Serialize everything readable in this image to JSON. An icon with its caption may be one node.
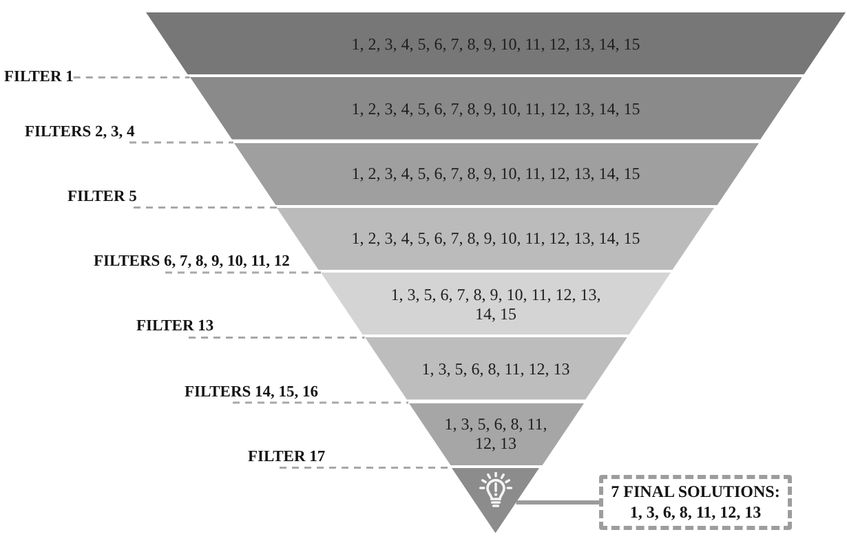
{
  "diagram": {
    "nodes": [
      {
        "text": [
          "1, 2, 3, 4, 5, 6, 7, 8, 9, 10, 11, 12, 13, 14, 15"
        ]
      },
      {
        "text": [
          "1, 2, 3, 4, 5, 6, 7, 8, 9, 10, 11, 12, 13, 14, 15"
        ]
      },
      {
        "text": [
          "1, 2, 3, 4, 5, 6, 7, 8, 9, 10, 11, 12, 13, 14, 15"
        ]
      },
      {
        "text": [
          "1, 2, 3, 4, 5, 6, 7, 8, 9, 10, 11, 12, 13, 14, 15"
        ]
      },
      {
        "text": [
          "1, 3, 5, 6, 7, 8, 9, 10, 11, 12, 13, 14, 15"
        ]
      },
      {
        "text": [
          "1, 3, 5, 6, 8, 11, 12, 13"
        ]
      },
      {
        "text": [
          "1, 3, 5, 6, 8, 11, 12, 13"
        ]
      },
      {
        "text": [],
        "shape": "triangle"
      },
      {
        "text": [
          "7 FINAL SOLUTIONS:",
          "1, 3, 6, 8, 11, 12, 13"
        ]
      },
      {
        "text": [
          "FILTER 1"
        ]
      },
      {
        "text": [
          "FILTERS 2, 3, 4"
        ]
      },
      {
        "text": [
          "FILTER 5"
        ]
      },
      {
        "text": [
          "FILTERS 6, 7, 8, 9, 10, 11, 12"
        ]
      },
      {
        "text": [
          "FILTER 13"
        ]
      },
      {
        "text": [
          "FILTERS 14, 15, 16"
        ]
      },
      {
        "text": [
          "FILTER 17"
        ]
      }
    ],
    "edges": [
      {
        "from": 9,
        "to": 1,
        "arrow": "none",
        "style": "dashed"
      },
      {
        "from": 10,
        "to": 2,
        "arrow": "none",
        "style": "dashed"
      },
      {
        "from": 11,
        "to": 3,
        "arrow": "none",
        "style": "dashed"
      },
      {
        "from": 12,
        "to": 4,
        "arrow": "none",
        "style": "dashed"
      },
      {
        "from": 13,
        "to": 5,
        "arrow": "none",
        "style": "dashed"
      },
      {
        "from": 14,
        "to": 6,
        "arrow": "none",
        "style": "dashed"
      },
      {
        "from": 15,
        "to": 7,
        "arrow": "none",
        "style": "dashed"
      },
      {
        "from": 7,
        "to": 8,
        "arrow": "none",
        "style": "thick"
      }
    ]
  }
}
